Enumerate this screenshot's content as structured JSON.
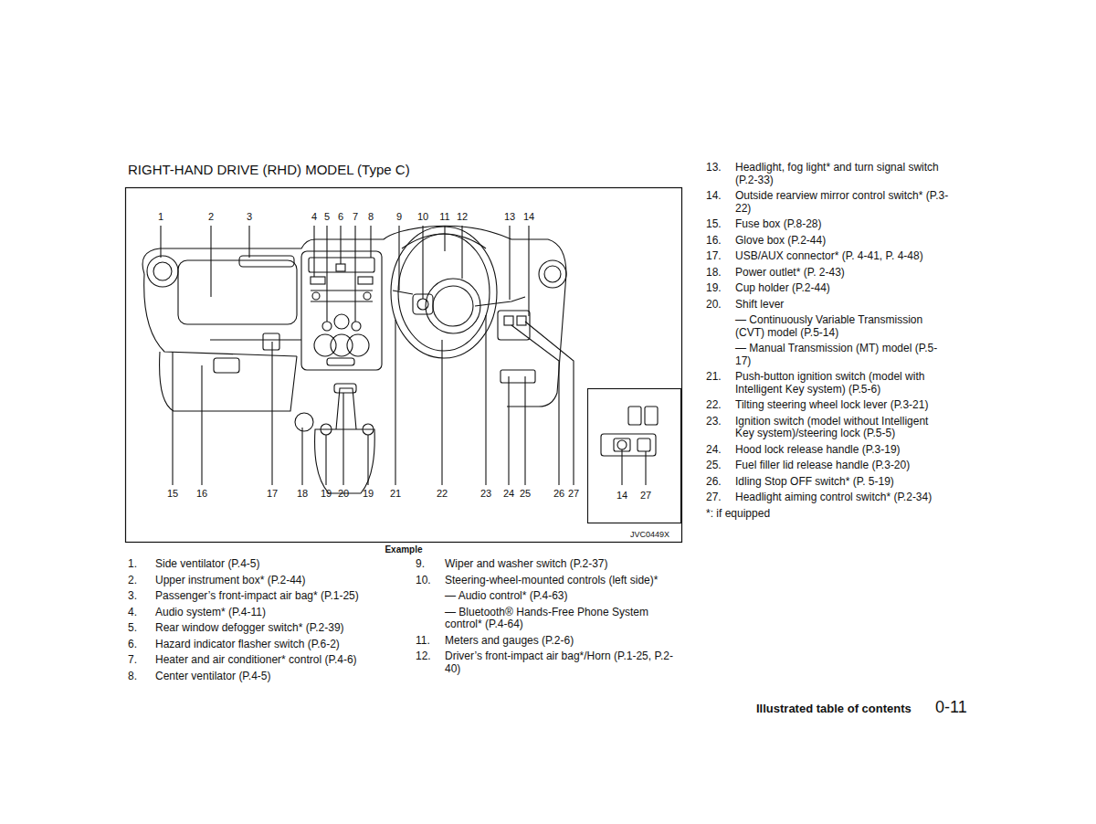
{
  "diagram": {
    "title": "RIGHT-HAND DRIVE (RHD) MODEL (Type C)",
    "labels": [
      "1",
      "2",
      "3",
      "4",
      "5",
      "6",
      "7",
      "8",
      "9",
      "10",
      "11",
      "12",
      "13",
      "14",
      "15",
      "16",
      "17",
      "18",
      "19",
      "20",
      "19",
      "21",
      "22",
      "23",
      "24",
      "25",
      "26",
      "27",
      "14",
      "27",
      "JVC0449X",
      "Example",
      "1.",
      "Side ventilator (P.4-5)",
      "2.",
      "Upper instrument box* (P.2-44)",
      "3.",
      "Passenger’s front-impact air bag* (P.1-25)",
      "4.",
      "Audio system* (P.4-11)",
      "5.",
      "Rear window defogger switch* (P.2-39)",
      "6.",
      "Hazard indicator flasher switch (P.6-2)",
      "7.",
      "Heater and air conditioner* control (P.4-6)",
      "8.",
      "Center ventilator (P.4-5)",
      "9.",
      "Wiper and washer switch (P.2-37)",
      "10.",
      "Steering-wheel-mounted controls (left side)*",
      "— Audio control* (P.4-63)",
      "— Bluetooth® Hands-Free Phone System control* (P.4-64)",
      "11.",
      "Meters and gauges (P.2-6)",
      "12.",
      "Driver’s front-impact air bag*/Horn (P.1-25, P.2-40)",
      "13.",
      "Headlight, fog light* and turn signal switch (P.2-33)",
      "14.",
      "Outside rearview mirror control switch* (P.3-22)",
      "15.",
      "Fuse box (P.8-28)",
      "16.",
      "Glove box (P.2-44)",
      "17.",
      "USB/AUX connector* (P. 4-41, P. 4-48)",
      "18.",
      "Power outlet* (P. 2-43)",
      "19.",
      "Cup holder (P.2-44)",
      "20.",
      "Shift lever",
      "— Continuously Variable Transmission (CVT) model (P.5-14)",
      "— Manual Transmission (MT) model (P.5-17)",
      "21.",
      "Push-button ignition switch (model with Intelligent Key system) (P.5-6)",
      "22.",
      "Tilting steering wheel lock lever (P.3-21)",
      "23.",
      "Ignition switch (model without Intelligent Key system)/steering lock (P.5-5)",
      "24.",
      "Hood lock release handle (P.3-19)",
      "25.",
      "Fuel filler lid release handle (P.3-20)",
      "26.",
      "Idling Stop OFF switch* (P. 5-19)",
      "27.",
      "Headlight aiming control switch* (P.2-34)",
      "*: if equipped",
      "Illustrated table of contents",
      "0-11"
    ]
  }
}
